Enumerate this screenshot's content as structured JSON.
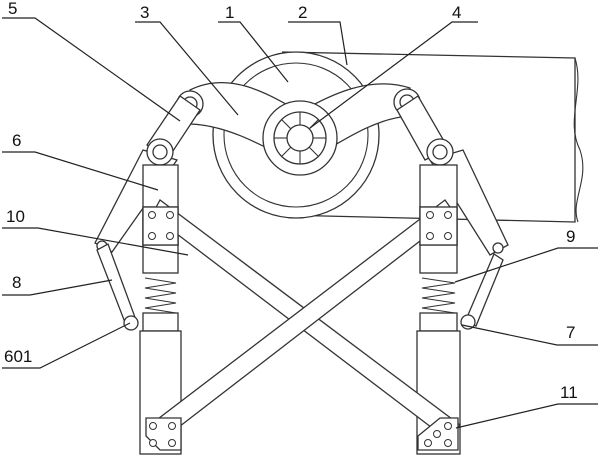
{
  "labels": {
    "l1": "1",
    "l2": "2",
    "l3": "3",
    "l4": "4",
    "l5": "5",
    "l6": "6",
    "l7": "7",
    "l8": "8",
    "l9": "9",
    "l10": "10",
    "l11": "11",
    "l601": "601"
  },
  "colors": {
    "stroke": "#333333",
    "fill": "#ffffff"
  }
}
